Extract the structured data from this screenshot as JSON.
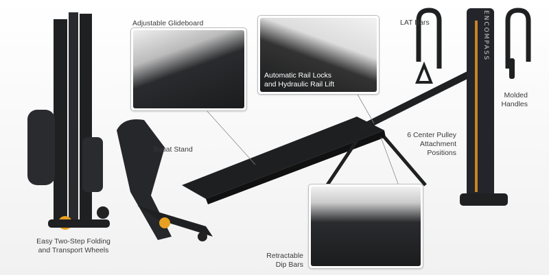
{
  "product": {
    "brand_text": "ENCOMPASS"
  },
  "callouts": {
    "glideboard": "Adjustable Glideboard",
    "lat_bars": "LAT Bars",
    "rail_locks_line1": "Automatic Rail Locks",
    "rail_locks_line2": "and Hydraulic Rail Lift",
    "molded_handles_line1": "Molded",
    "molded_handles_line2": "Handles",
    "pulley_line1": "6 Center Pulley",
    "pulley_line2": "Attachment",
    "pulley_line3": "Positions",
    "squat_stand": "Squat Stand",
    "folding_line1": "Easy Two-Step Folding",
    "folding_line2": "and Transport Wheels",
    "dip_bars_line1": "Retractable",
    "dip_bars_line2": "Dip Bars"
  },
  "colors": {
    "frame": "#1f2022",
    "accent": "#e8a020",
    "text": "#3a3a3a"
  }
}
